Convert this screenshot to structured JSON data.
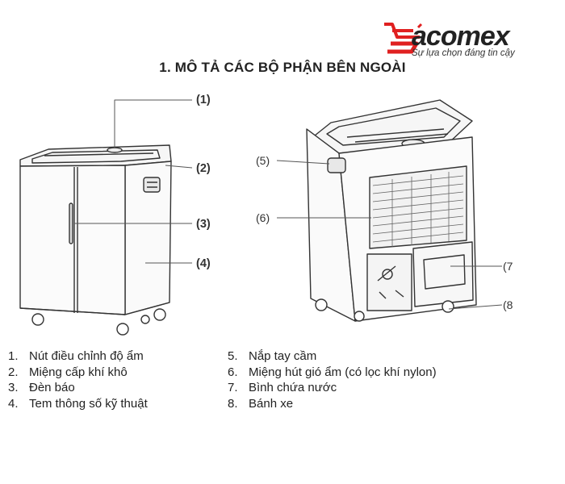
{
  "brand": {
    "name": "acomex",
    "tagline": "Sự lựa chọn đáng tin cậy",
    "accent_color": "#e02020"
  },
  "title": "1. MÔ TẢ CÁC BỘ PHẬN BÊN NGOÀI",
  "callouts": {
    "c1": "(1)",
    "c2": "(2)",
    "c3": "(3)",
    "c4": "(4)",
    "c5": "(5)",
    "c6": "(6)",
    "c7": "(7",
    "c8": "(8"
  },
  "legend_left": [
    {
      "num": "1.",
      "label": "Nút điều chỉnh độ ẩm"
    },
    {
      "num": "2.",
      "label": "Miệng cấp khí khô"
    },
    {
      "num": "3.",
      "label": "Đèn báo"
    },
    {
      "num": "4.",
      "label": "Tem thông số kỹ thuật"
    }
  ],
  "legend_right": [
    {
      "num": "5.",
      "label": "Nắp tay cầm"
    },
    {
      "num": "6.",
      "label": "Miệng hút gió ẩm (có lọc khí nylon)"
    },
    {
      "num": "7.",
      "label": "Bình chứa nước"
    },
    {
      "num": "8.",
      "label": "Bánh xe"
    }
  ]
}
